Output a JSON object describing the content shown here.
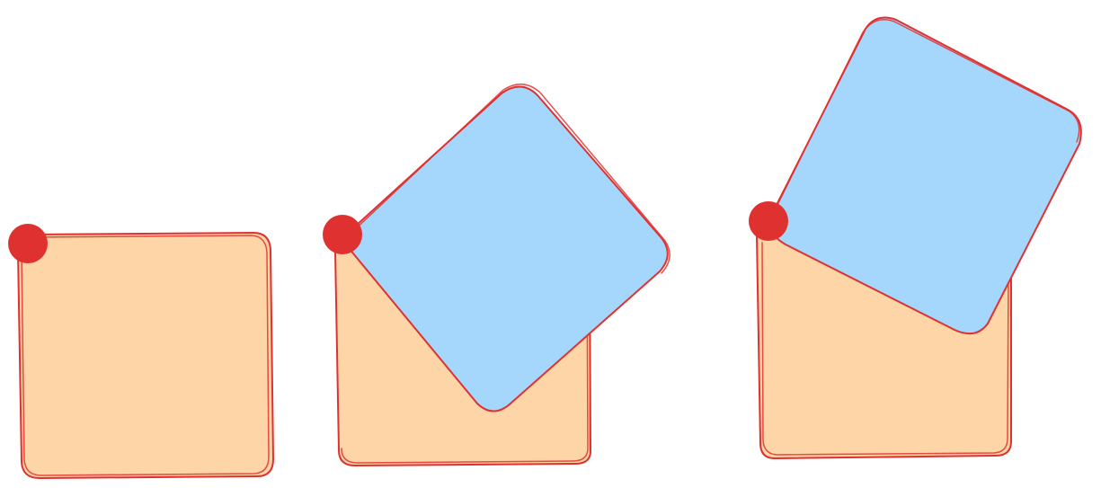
{
  "colors": {
    "background": "#ffffff",
    "base_fill": "#fdd5a6",
    "rotated_fill": "#a5d7fd",
    "stroke": "#e03131",
    "pivot": "#e03131"
  },
  "figures": [
    {
      "id": "square-unrotated",
      "rotation_degrees": 0,
      "has_rotated_square": false
    },
    {
      "id": "square-rotated-45",
      "rotation_degrees": 45,
      "has_rotated_square": true
    },
    {
      "id": "square-rotated-30",
      "rotation_degrees": 30,
      "has_rotated_square": true
    }
  ]
}
